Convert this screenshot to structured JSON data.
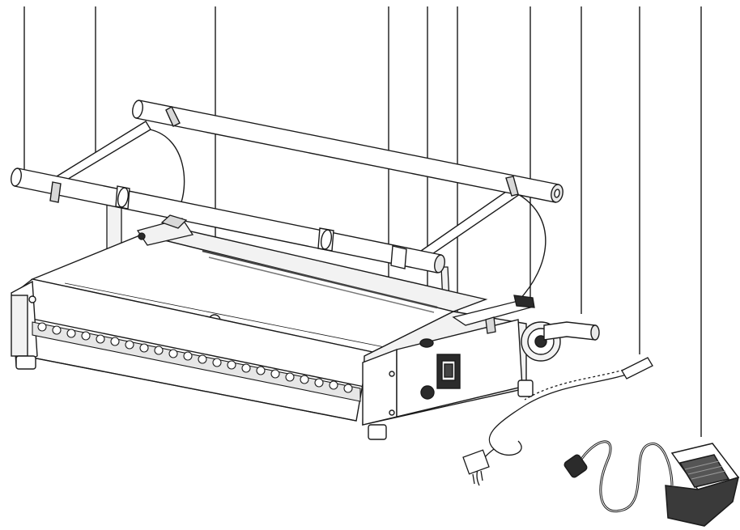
{
  "figure": {
    "kind": "technical line drawing",
    "callout_count": 10,
    "colors": {
      "background": "#ffffff",
      "line": "#1a1a1a",
      "panel": "#f2f2f2",
      "shade": "#cfcfcf",
      "dark": "#2b2b2b"
    },
    "parts": [
      "rear-roll-bar",
      "front-roll-bar",
      "machine-body",
      "binding-comb-slot-row",
      "right-side-control-panel",
      "power-switch",
      "hand-crank",
      "adjustment-knob",
      "power-cord",
      "foot-pedal"
    ]
  }
}
